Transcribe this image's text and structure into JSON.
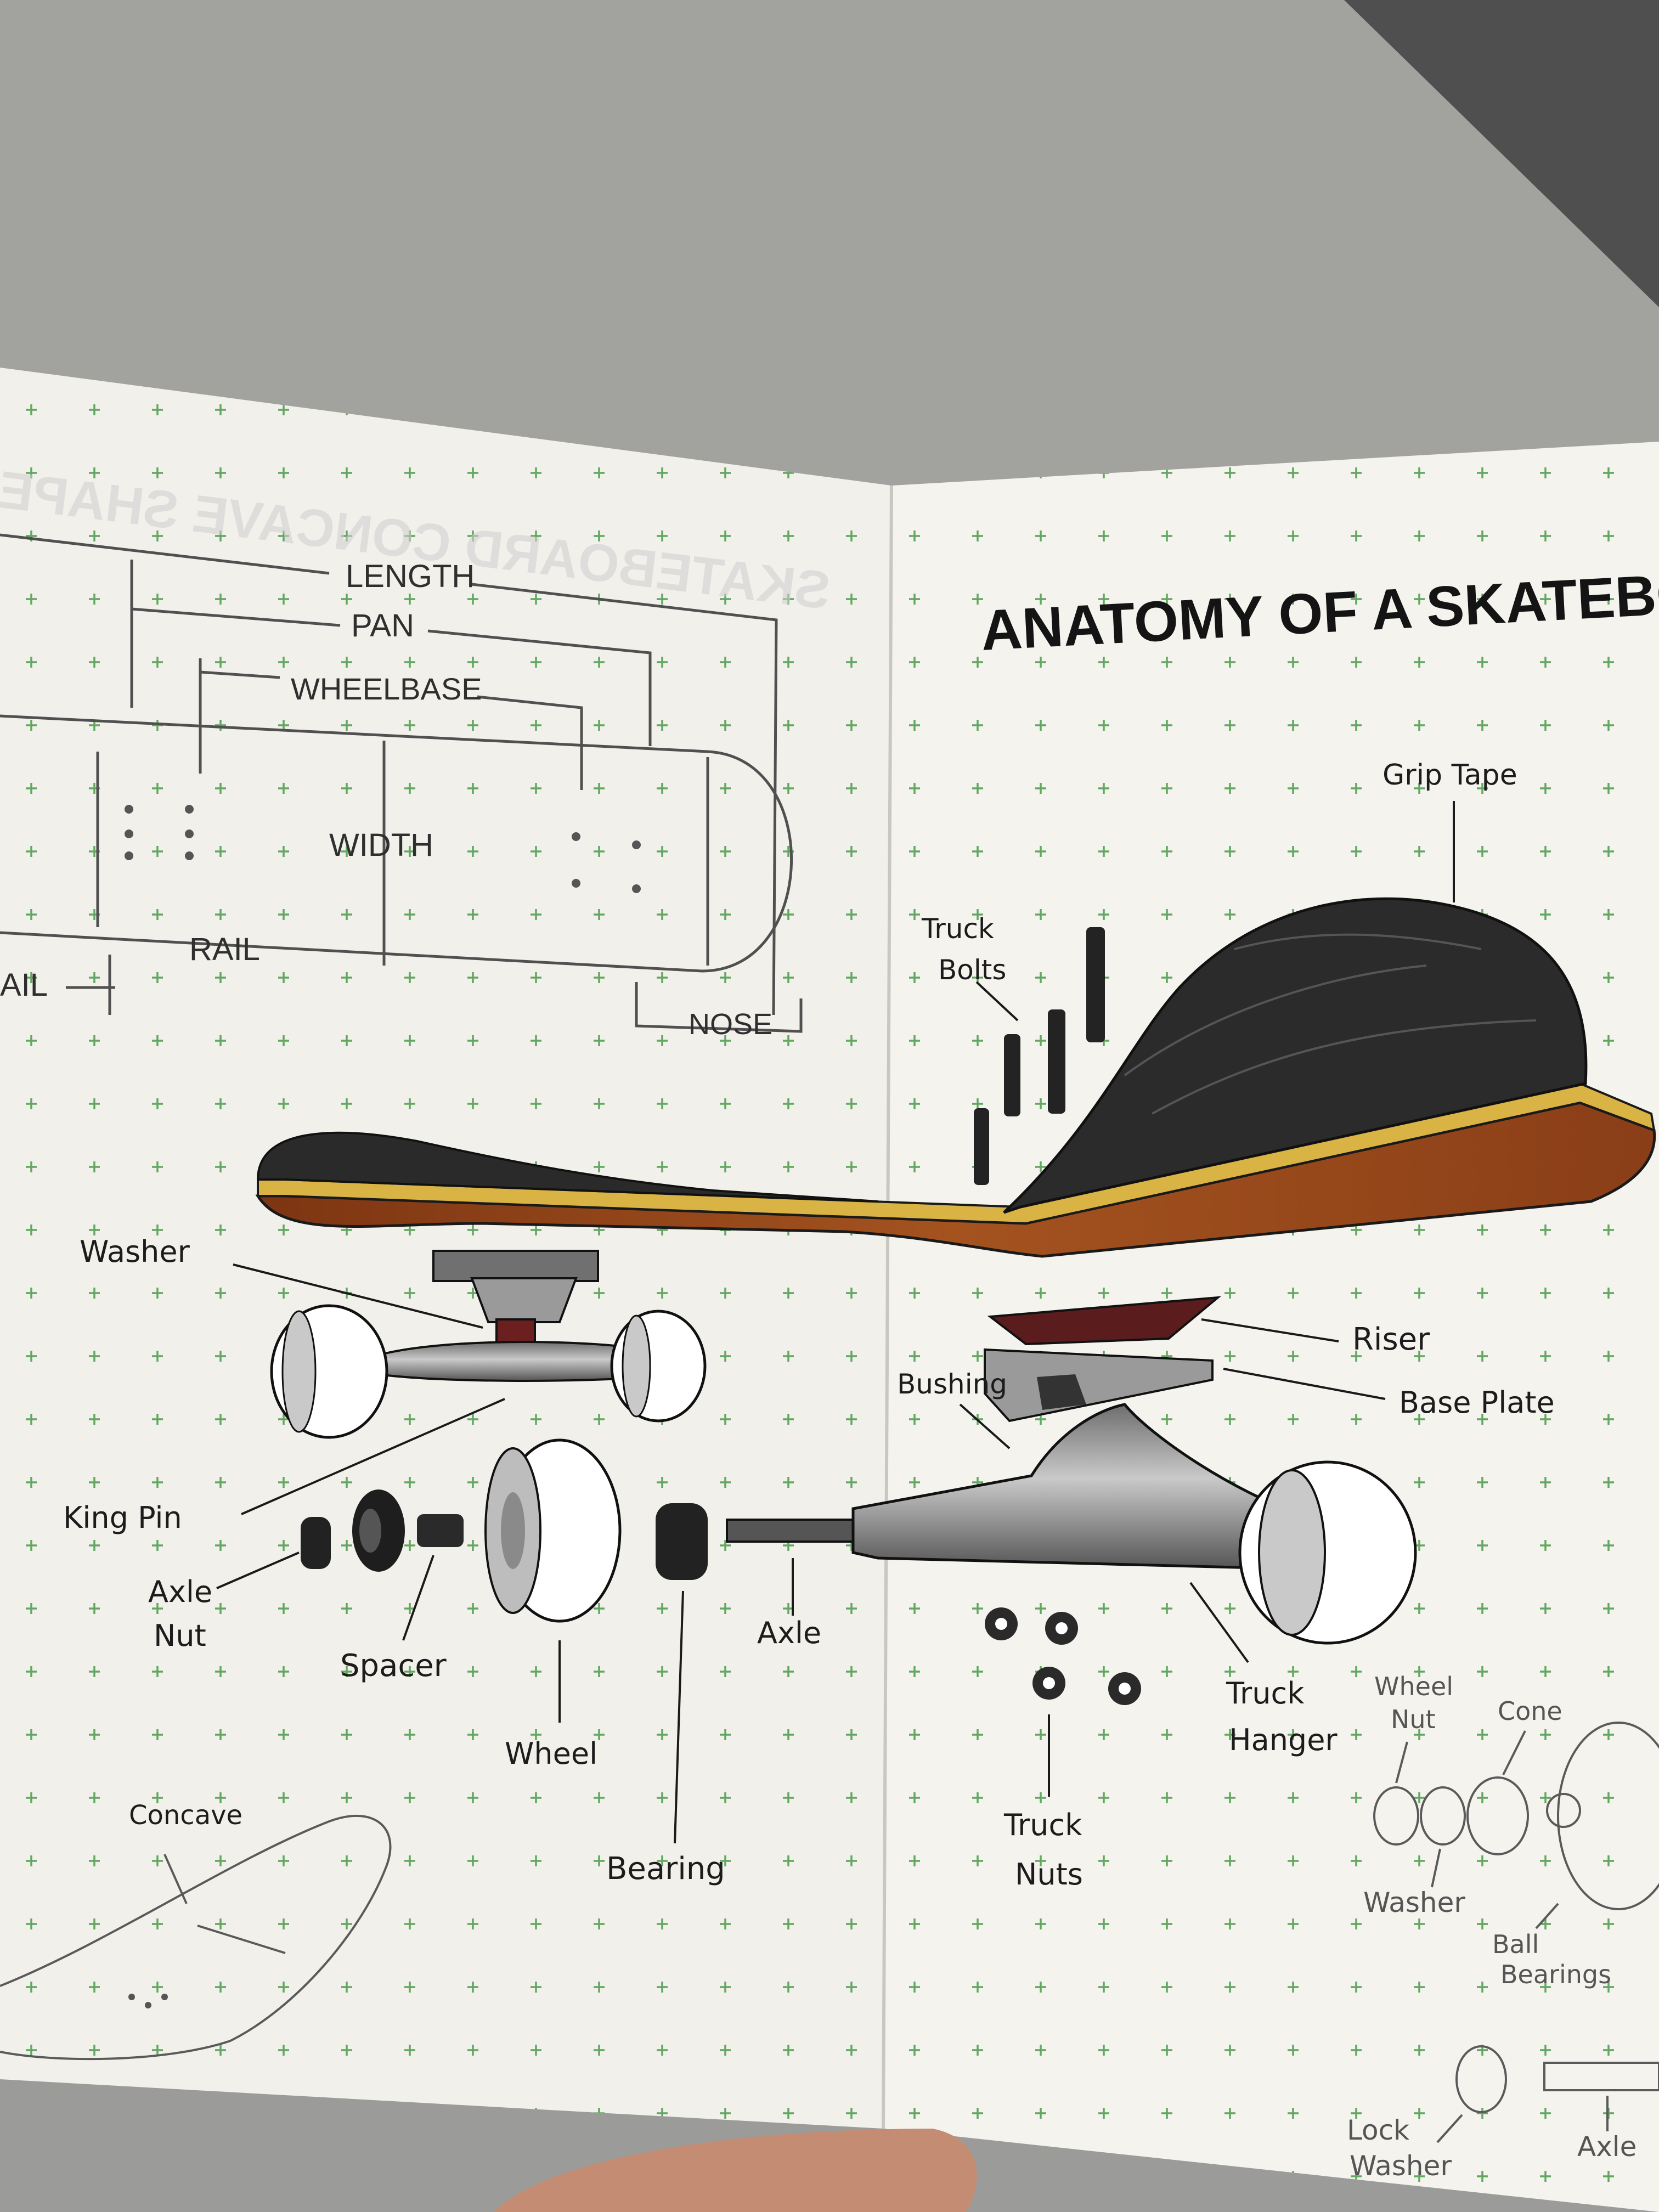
{
  "title": "ANATOMY OF A SKATEBO",
  "ghost_heading": "SKATEBOARD CONCAVE SHAPES",
  "dimensions": {
    "length": "LENGTH",
    "pan": "PAN",
    "wheelbase": "WHEELBASE",
    "width": "WIDTH",
    "rail": "RAIL",
    "rail_cut": "AIL",
    "nose": "NOSE"
  },
  "parts": {
    "grip_tape": "Grip Tape",
    "truck_bolts_1": "Truck",
    "truck_bolts_2": "Bolts",
    "washer": "Washer",
    "king_pin": "King Pin",
    "axle_nut_1": "Axle",
    "axle_nut_2": "Nut",
    "spacer": "Spacer",
    "wheel": "Wheel",
    "bearing": "Bearing",
    "axle": "Axle",
    "bushing": "Bushing",
    "riser": "Riser",
    "base_plate": "Base Plate",
    "truck_hanger_1": "Truck",
    "truck_hanger_2": "Hanger",
    "truck_nuts_1": "Truck",
    "truck_nuts_2": "Nuts",
    "concave": "Concave"
  },
  "pencil_parts": {
    "wheel_nut_1": "Wheel",
    "wheel_nut_2": "Nut",
    "cone": "Cone",
    "washer": "Washer",
    "ball_bearings_1": "Ball",
    "ball_bearings_2": "Bearings",
    "lock_washer_1": "Lock",
    "lock_washer_2": "Washer",
    "axle": "Axle"
  },
  "colors": {
    "paper": "#f3f2ec",
    "grid_plus": "#5aa35a",
    "grip": "#2a2a2a",
    "ply": "#d9b344",
    "wood": "#9c4a1e",
    "riser": "#5a1c1c",
    "metal": "#8a8a8a"
  }
}
